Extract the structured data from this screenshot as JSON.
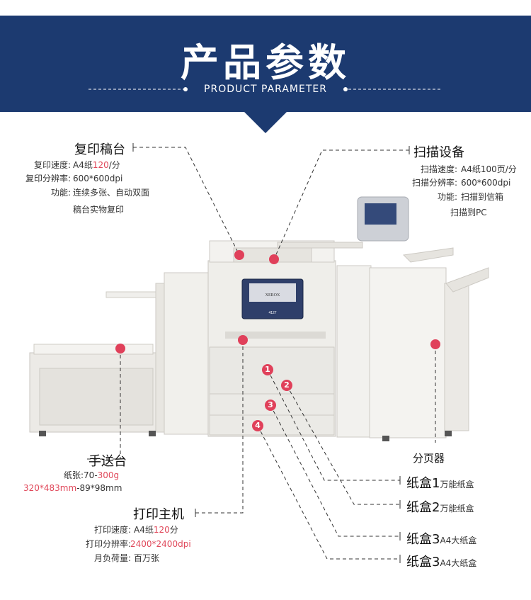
{
  "header": {
    "title": "产品参数",
    "subtitle": "PRODUCT PARAMETER",
    "bg_color": "#1c3a70"
  },
  "copy_platen": {
    "title": "复印稿台",
    "speed_label": "复印速度:",
    "speed_prefix": "A4纸",
    "speed_value": "120",
    "speed_suffix": "/分",
    "resolution_label": "复印分辨率:",
    "resolution_value": "600*600dpi",
    "function_label": "功能:",
    "function_line1": "连续多张、自动双面",
    "function_line2": "稿台实物复印"
  },
  "scanner": {
    "title": "扫描设备",
    "speed_label": "扫描速度:",
    "speed_value": "A4纸100页/分",
    "resolution_label": "扫描分辨率:",
    "resolution_value": "600*600dpi",
    "function_label": "功能:",
    "function_line1": "扫描到信箱",
    "function_line2": "扫描到PC"
  },
  "bypass_tray": {
    "title": "手送台",
    "paper_label": "纸张:",
    "paper_prefix": "70-",
    "paper_value": "300g",
    "size_value": "320*483mm",
    "size_suffix": "-89*98mm"
  },
  "print_engine": {
    "title": "打印主机",
    "speed_label": "打印速度:",
    "speed_prefix": "A4纸",
    "speed_value": "120",
    "speed_suffix": "分",
    "resolution_label": "打印分辨率:",
    "resolution_value": "2400*2400dpi",
    "duty_label": "月负荷量:",
    "duty_value": "百万张"
  },
  "sorter": {
    "title": "分页器"
  },
  "trays": [
    {
      "number": "1",
      "name": "纸盒1",
      "desc": "万能纸盒"
    },
    {
      "number": "2",
      "name": "纸盒2",
      "desc": "万能纸盒"
    },
    {
      "number": "3",
      "name": "纸盒3",
      "desc": "A4大纸盒"
    },
    {
      "number": "4",
      "name": "纸盒3",
      "desc": "A4大纸盒"
    }
  ],
  "machine": {
    "brand": "XEROX",
    "model": "4127"
  },
  "colors": {
    "accent": "#e0405a",
    "navy": "#1c3a70"
  }
}
